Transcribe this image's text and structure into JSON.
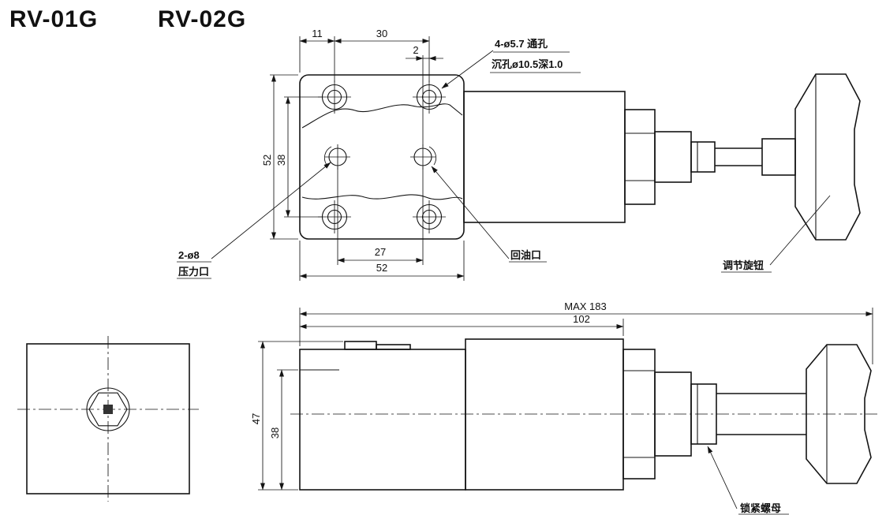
{
  "colors": {
    "ink": "#141414",
    "background": "#ffffff"
  },
  "title": {
    "model_1": "RV-01G",
    "model_2": "RV-02G"
  },
  "top_view": {
    "dims": {
      "d11": "11",
      "d30": "30",
      "d2": "2",
      "d52_left": "52",
      "d38_left": "38",
      "d27": "27",
      "d52_bottom": "52"
    },
    "labels": {
      "holes_line1": "4-ø5.7 通孔",
      "holes_line2": "沉孔ø10.5深1.0",
      "pressure_line1": "2-ø8",
      "pressure_line2": "压力口",
      "return_port": "回油口",
      "adjust_knob": "调节旋钮"
    }
  },
  "side_view": {
    "dims": {
      "max183": "MAX 183",
      "d102": "102",
      "d47": "47",
      "d38": "38"
    },
    "labels": {
      "lock_nut": "锁紧螺母"
    }
  }
}
